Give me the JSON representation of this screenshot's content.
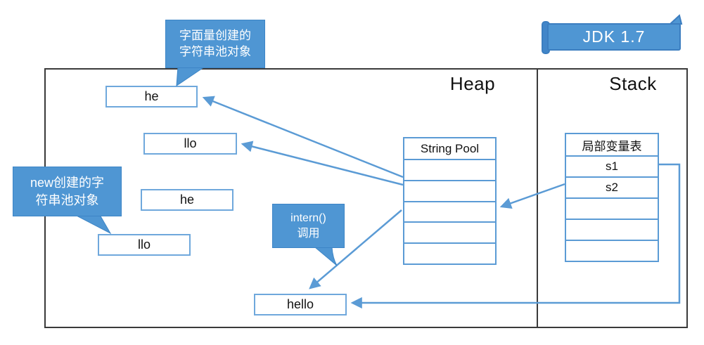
{
  "banner": {
    "label": "JDK 1.7"
  },
  "labels": {
    "heap": "Heap",
    "stack": "Stack"
  },
  "callouts": {
    "literal": {
      "line1": "字面量创建的",
      "line2": "字符串池对象"
    },
    "new_created": {
      "line1": "new创建的字",
      "line2": "符串池对象"
    },
    "intern": {
      "line1": "intern()",
      "line2": "调用"
    }
  },
  "boxes": {
    "he1": "he",
    "llo1": "llo",
    "he2": "he",
    "llo2": "llo",
    "hello": "hello"
  },
  "string_pool": {
    "header": "String Pool",
    "rows": [
      "",
      "",
      "",
      "",
      ""
    ]
  },
  "local_vars": {
    "header": "局部变量表",
    "rows": [
      "s1",
      "s2",
      "",
      "",
      ""
    ]
  },
  "colors": {
    "callout_blue": "#4f96d3",
    "arrow_blue": "#5b9bd5",
    "box_border_blue": "#6fa8dc",
    "table_border_blue": "#5b9bd5",
    "frame_dark": "#3a3a3a",
    "banner_fill": "#4f96d3",
    "banner_border": "#3c7ec0",
    "text_dark": "#111111",
    "text_white": "#ffffff"
  }
}
